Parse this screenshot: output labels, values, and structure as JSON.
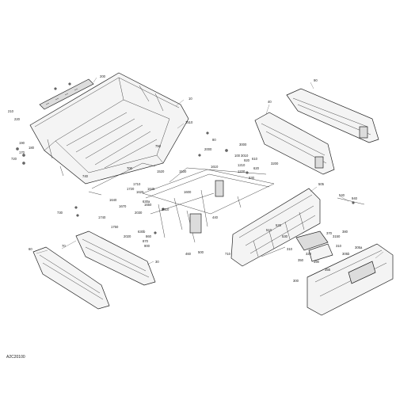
{
  "diagram": {
    "code": "A2C20100",
    "callouts": [
      {
        "id": "c200",
        "text": "200"
      },
      {
        "id": "c210",
        "text": "210"
      },
      {
        "id": "c220",
        "text": "220"
      },
      {
        "id": "c10",
        "text": "10"
      },
      {
        "id": "c1510",
        "text": "1510"
      },
      {
        "id": "c190",
        "text": "190"
      },
      {
        "id": "c180",
        "text": "180"
      },
      {
        "id": "c170",
        "text": "170"
      },
      {
        "id": "c720",
        "text": "720"
      },
      {
        "id": "c40",
        "text": "40"
      },
      {
        "id": "c90",
        "text": "90"
      },
      {
        "id": "c80",
        "text": "80"
      },
      {
        "id": "c730",
        "text": "730"
      },
      {
        "id": "c740",
        "text": "740"
      },
      {
        "id": "c700",
        "text": "700"
      },
      {
        "id": "c750",
        "text": "750"
      },
      {
        "id": "c1530",
        "text": "1530"
      },
      {
        "id": "c2000",
        "text": "2000"
      },
      {
        "id": "c1520",
        "text": "1520"
      },
      {
        "id": "c1610",
        "text": "1610"
      },
      {
        "id": "c1640",
        "text": "1640"
      },
      {
        "id": "c1645",
        "text": "1645"
      },
      {
        "id": "c1600",
        "text": "1600"
      },
      {
        "id": "c1710",
        "text": "1710"
      },
      {
        "id": "c1620",
        "text": "1620"
      },
      {
        "id": "c1720",
        "text": "1720"
      },
      {
        "id": "c1670",
        "text": "1670"
      },
      {
        "id": "c1650",
        "text": "1650"
      },
      {
        "id": "c2010",
        "text": "2010"
      },
      {
        "id": "c2020",
        "text": "2020"
      },
      {
        "id": "c2030",
        "text": "2030"
      },
      {
        "id": "c1740",
        "text": "1740"
      },
      {
        "id": "c1750",
        "text": "1750"
      },
      {
        "id": "c630a",
        "text": "630a"
      },
      {
        "id": "c630b",
        "text": "630b"
      },
      {
        "id": "c860",
        "text": "860"
      },
      {
        "id": "c870",
        "text": "870"
      },
      {
        "id": "c900",
        "text": "900"
      },
      {
        "id": "c440",
        "text": "440"
      },
      {
        "id": "c460",
        "text": "460"
      },
      {
        "id": "c500",
        "text": "500"
      },
      {
        "id": "c710",
        "text": "710"
      },
      {
        "id": "c30",
        "text": "30"
      },
      {
        "id": "c60",
        "text": "60"
      },
      {
        "id": "c70",
        "text": "70"
      },
      {
        "id": "c1210",
        "text": "1210"
      },
      {
        "id": "c1220",
        "text": "1220"
      },
      {
        "id": "c3000",
        "text": "3000"
      },
      {
        "id": "c3010",
        "text": "3010"
      },
      {
        "id": "c3200",
        "text": "3200"
      },
      {
        "id": "c920",
        "text": "920"
      },
      {
        "id": "c930",
        "text": "930"
      },
      {
        "id": "c940",
        "text": "940"
      },
      {
        "id": "c610",
        "text": "610"
      },
      {
        "id": "c620",
        "text": "620"
      },
      {
        "id": "c100",
        "text": "100"
      },
      {
        "id": "c505",
        "text": "505"
      },
      {
        "id": "c520",
        "text": "520"
      },
      {
        "id": "c540",
        "text": "540"
      },
      {
        "id": "c510",
        "text": "510"
      },
      {
        "id": "c530",
        "text": "530"
      },
      {
        "id": "c300",
        "text": "300"
      },
      {
        "id": "c310",
        "text": "310"
      },
      {
        "id": "c305a",
        "text": "305a"
      },
      {
        "id": "c305b",
        "text": "305b"
      },
      {
        "id": "c310b",
        "text": "310"
      },
      {
        "id": "c320",
        "text": "320"
      },
      {
        "id": "c350",
        "text": "350"
      },
      {
        "id": "c370",
        "text": "370"
      },
      {
        "id": "c380",
        "text": "380"
      },
      {
        "id": "c390",
        "text": "390"
      },
      {
        "id": "c355",
        "text": "355"
      },
      {
        "id": "c3150",
        "text": "3150"
      }
    ]
  }
}
